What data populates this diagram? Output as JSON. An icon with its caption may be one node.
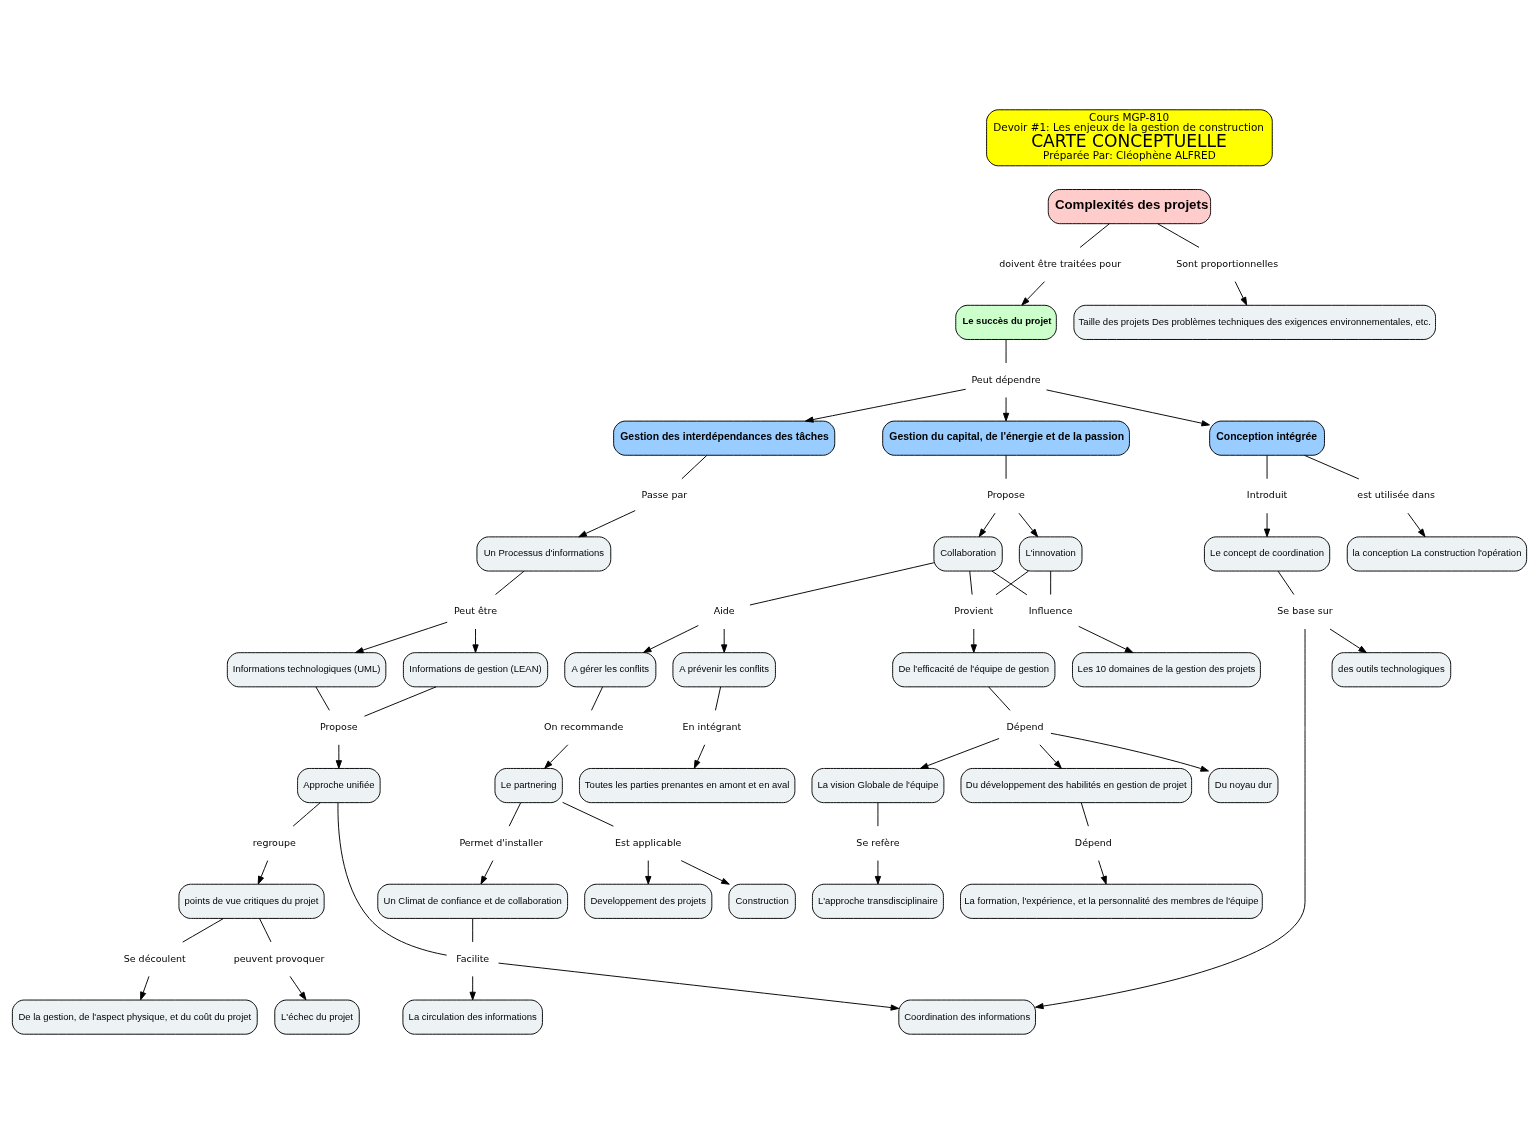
{
  "diagram": {
    "nodes": [
      {
        "text": [
          "Cours MGP-810",
          "Devoir #1: Les enjeux de la gestion de construction",
          "CARTE CONCEPTUELLE",
          "Préparée Par: Cléophène ALFRED"
        ]
      },
      {
        "text": [
          "Complexités des projets"
        ]
      },
      {
        "text": [
          "doivent être traitées pour"
        ]
      },
      {
        "text": [
          "Sont proportionnelles"
        ]
      },
      {
        "text": [
          "Le succès du projet"
        ]
      },
      {
        "text": [
          "Taille des projets Des problèmes techniques des exigences environnementales, etc."
        ]
      },
      {
        "text": [
          "Peut dépendre"
        ]
      },
      {
        "text": [
          "Gestion des interdépendances des tâches"
        ]
      },
      {
        "text": [
          "Gestion du capital, de l'énergie et de la passion"
        ]
      },
      {
        "text": [
          "Conception intégrée"
        ]
      },
      {
        "text": [
          "Passe par"
        ]
      },
      {
        "text": [
          "Un Processus d'informations"
        ]
      },
      {
        "text": [
          "Peut être"
        ]
      },
      {
        "text": [
          "Informations technologiques (UML)"
        ]
      },
      {
        "text": [
          "Informations de gestion (LEAN)"
        ]
      },
      {
        "text": [
          "Propose"
        ]
      },
      {
        "text": [
          "Approche unifiée"
        ]
      },
      {
        "text": [
          "regroupe"
        ]
      },
      {
        "text": [
          "points de vue critiques du projet"
        ]
      },
      {
        "text": [
          "Se découlent"
        ]
      },
      {
        "text": [
          "peuvent provoquer"
        ]
      },
      {
        "text": [
          "De la gestion, de l'aspect physique, et du coût du projet"
        ]
      },
      {
        "text": [
          "L'échec du projet"
        ]
      },
      {
        "text": [
          "Facilite"
        ]
      },
      {
        "text": [
          "La circulation des informations"
        ]
      },
      {
        "text": [
          "Coordination des informations"
        ]
      },
      {
        "text": [
          "Propose"
        ]
      },
      {
        "text": [
          "Collaboration"
        ]
      },
      {
        "text": [
          "L'innovation"
        ]
      },
      {
        "text": [
          "Aide"
        ]
      },
      {
        "text": [
          "Influence"
        ]
      },
      {
        "text": [
          "Provient"
        ]
      },
      {
        "text": [
          "A gérer les conflits"
        ]
      },
      {
        "text": [
          "A prévenir les conflits"
        ]
      },
      {
        "text": [
          "Les 10 domaines de la gestion des projets"
        ]
      },
      {
        "text": [
          "De l'efficacité de l'équipe de gestion"
        ]
      },
      {
        "text": [
          "On recommande"
        ]
      },
      {
        "text": [
          "En intégrant"
        ]
      },
      {
        "text": [
          "Le partnering"
        ]
      },
      {
        "text": [
          "Toutes les parties prenantes en amont et en aval"
        ]
      },
      {
        "text": [
          "Est applicable"
        ]
      },
      {
        "text": [
          "Permet d'installer"
        ]
      },
      {
        "text": [
          "Developpement des projets"
        ]
      },
      {
        "text": [
          "Construction"
        ]
      },
      {
        "text": [
          "Un Climat de confiance et de collaboration"
        ]
      },
      {
        "text": [
          "Dépend"
        ]
      },
      {
        "text": [
          "La vision Globale de l'équipe"
        ]
      },
      {
        "text": [
          "Du développement des habilités en gestion de projet"
        ]
      },
      {
        "text": [
          "Du noyau dur"
        ]
      },
      {
        "text": [
          "Se refère"
        ]
      },
      {
        "text": [
          "L'approche transdisciplinaire"
        ]
      },
      {
        "text": [
          "Dépend"
        ]
      },
      {
        "text": [
          "La formation, l'expérience, et la personnalité des membres de l'équipe"
        ]
      },
      {
        "text": [
          "est utilisée dans"
        ]
      },
      {
        "text": [
          "la conception La construction l'opération"
        ]
      },
      {
        "text": [
          "Introduit"
        ]
      },
      {
        "text": [
          "Le concept de coordination"
        ]
      },
      {
        "text": [
          "Se base sur"
        ]
      },
      {
        "text": [
          "des outils technologiques"
        ]
      }
    ],
    "edges": [
      {
        "from": 1,
        "to": 2,
        "arrow": "none"
      },
      {
        "from": 2,
        "to": 4,
        "arrow": "to"
      },
      {
        "from": 1,
        "to": 3,
        "arrow": "none"
      },
      {
        "from": 3,
        "to": 5,
        "arrow": "to"
      },
      {
        "from": 4,
        "to": 6,
        "arrow": "none"
      },
      {
        "from": 6,
        "to": 7,
        "arrow": "to"
      },
      {
        "from": 6,
        "to": 8,
        "arrow": "to"
      },
      {
        "from": 6,
        "to": 9,
        "arrow": "to"
      },
      {
        "from": 7,
        "to": 10,
        "arrow": "none"
      },
      {
        "from": 10,
        "to": 11,
        "arrow": "to"
      },
      {
        "from": 11,
        "to": 12,
        "arrow": "none"
      },
      {
        "from": 12,
        "to": 13,
        "arrow": "to"
      },
      {
        "from": 12,
        "to": 14,
        "arrow": "to"
      },
      {
        "from": 13,
        "to": 15,
        "arrow": "none"
      },
      {
        "from": 14,
        "to": 15,
        "arrow": "none"
      },
      {
        "from": 15,
        "to": 16,
        "arrow": "to"
      },
      {
        "from": 16,
        "to": 17,
        "arrow": "none"
      },
      {
        "from": 17,
        "to": 18,
        "arrow": "to"
      },
      {
        "from": 18,
        "to": 19,
        "arrow": "none"
      },
      {
        "from": 18,
        "to": 20,
        "arrow": "none"
      },
      {
        "from": 19,
        "to": 21,
        "arrow": "to"
      },
      {
        "from": 20,
        "to": 22,
        "arrow": "to"
      },
      {
        "from": 16,
        "to": 23,
        "arrow": "none"
      },
      {
        "from": 44,
        "to": 23,
        "arrow": "none"
      },
      {
        "from": 23,
        "to": 24,
        "arrow": "to"
      },
      {
        "from": 23,
        "to": 25,
        "arrow": "to"
      },
      {
        "from": 8,
        "to": 26,
        "arrow": "none"
      },
      {
        "from": 26,
        "to": 27,
        "arrow": "to"
      },
      {
        "from": 26,
        "to": 28,
        "arrow": "to"
      },
      {
        "from": 27,
        "to": 29,
        "arrow": "none"
      },
      {
        "from": 27,
        "to": 30,
        "arrow": "none"
      },
      {
        "from": 28,
        "to": 30,
        "arrow": "none"
      },
      {
        "from": 27,
        "to": 31,
        "arrow": "none"
      },
      {
        "from": 28,
        "to": 31,
        "arrow": "none"
      },
      {
        "from": 29,
        "to": 32,
        "arrow": "to"
      },
      {
        "from": 29,
        "to": 33,
        "arrow": "to"
      },
      {
        "from": 30,
        "to": 34,
        "arrow": "to"
      },
      {
        "from": 31,
        "to": 35,
        "arrow": "to"
      },
      {
        "from": 32,
        "to": 36,
        "arrow": "none"
      },
      {
        "from": 36,
        "to": 38,
        "arrow": "to"
      },
      {
        "from": 33,
        "to": 37,
        "arrow": "none"
      },
      {
        "from": 37,
        "to": 39,
        "arrow": "to"
      },
      {
        "from": 38,
        "to": 40,
        "arrow": "none"
      },
      {
        "from": 38,
        "to": 41,
        "arrow": "none"
      },
      {
        "from": 40,
        "to": 42,
        "arrow": "to"
      },
      {
        "from": 40,
        "to": 43,
        "arrow": "to"
      },
      {
        "from": 41,
        "to": 44,
        "arrow": "to"
      },
      {
        "from": 35,
        "to": 45,
        "arrow": "none"
      },
      {
        "from": 45,
        "to": 46,
        "arrow": "to"
      },
      {
        "from": 45,
        "to": 47,
        "arrow": "to"
      },
      {
        "from": 45,
        "to": 48,
        "arrow": "to"
      },
      {
        "from": 46,
        "to": 49,
        "arrow": "none"
      },
      {
        "from": 49,
        "to": 50,
        "arrow": "to"
      },
      {
        "from": 47,
        "to": 51,
        "arrow": "none"
      },
      {
        "from": 51,
        "to": 52,
        "arrow": "to"
      },
      {
        "from": 9,
        "to": 53,
        "arrow": "none"
      },
      {
        "from": 53,
        "to": 54,
        "arrow": "to"
      },
      {
        "from": 9,
        "to": 55,
        "arrow": "none"
      },
      {
        "from": 55,
        "to": 56,
        "arrow": "to"
      },
      {
        "from": 56,
        "to": 57,
        "arrow": "none"
      },
      {
        "from": 57,
        "to": 58,
        "arrow": "to"
      },
      {
        "from": 57,
        "to": 25,
        "arrow": "to"
      }
    ]
  }
}
